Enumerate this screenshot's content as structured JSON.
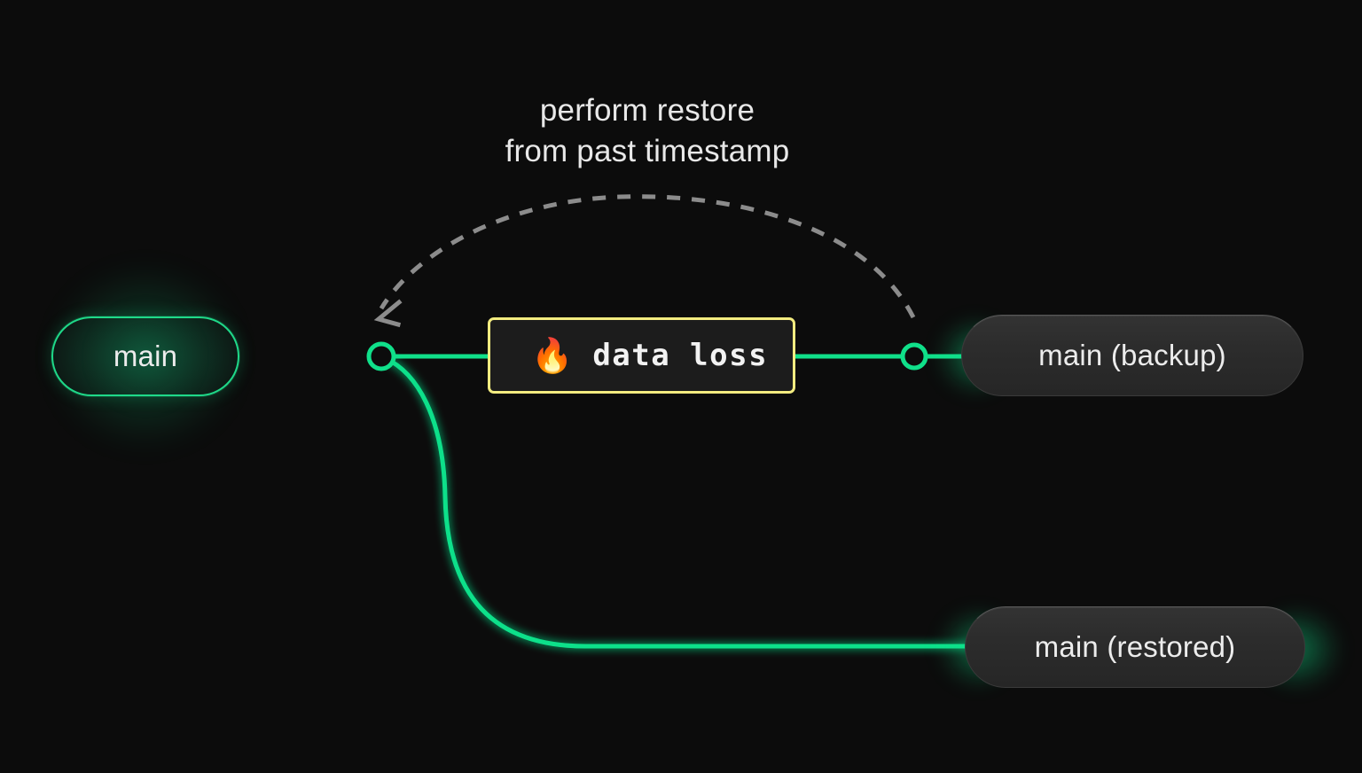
{
  "background_color": "#0c0c0c",
  "colors": {
    "branch_green": "#10e08a",
    "warning_yellow": "#f3ec80",
    "arrow_gray": "#8a8a8a",
    "pill_gray": "#2c2c2c",
    "text": "#ececec"
  },
  "caption": {
    "text": "perform restore\nfrom past timestamp"
  },
  "nodes": {
    "main": {
      "label": "main"
    },
    "backup": {
      "label": "main (backup)"
    },
    "restored": {
      "label": "main (restored)"
    },
    "data_loss": {
      "label": "data loss",
      "emoji": "🔥",
      "emoji_name": "fire-emoji"
    }
  },
  "diagram_data": {
    "type": "diagram",
    "branch_timeline": [
      "main",
      "data loss",
      "main (backup)"
    ],
    "restore_branch": [
      "main",
      "main (restored)"
    ],
    "annotation": "perform restore from past timestamp",
    "annotation_direction": "from main (backup) to main"
  }
}
